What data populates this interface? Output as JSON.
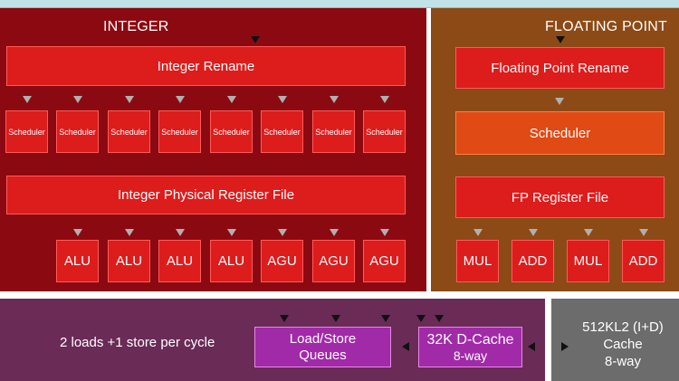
{
  "integer": {
    "title": "INTEGER",
    "rename": "Integer Rename",
    "schedulers": [
      "Scheduler",
      "Scheduler",
      "Scheduler",
      "Scheduler",
      "Scheduler",
      "Scheduler",
      "Scheduler",
      "Scheduler"
    ],
    "register_file": "Integer Physical Register File",
    "units": [
      "ALU",
      "ALU",
      "ALU",
      "ALU",
      "AGU",
      "AGU",
      "AGU"
    ]
  },
  "floating_point": {
    "title": "FLOATING POINT",
    "rename": "Floating Point Rename",
    "scheduler": "Scheduler",
    "register_file": "FP Register File",
    "units": [
      "MUL",
      "ADD",
      "MUL",
      "ADD"
    ]
  },
  "load_store": {
    "throughput": "2 loads +1 store per cycle",
    "queues": "Load/Store\nQueues",
    "dcache_line1": "32K D-Cache",
    "dcache_line2": "8-way"
  },
  "l2": {
    "line1": "512KL2 (I+D)",
    "line2": "Cache",
    "line3": "8-way"
  },
  "colors": {
    "integer_panel": "#8b0a12",
    "fp_panel": "#8c4a16",
    "loadstore_panel": "#6a2b57",
    "l2_panel": "#6c6c6c",
    "box_red": "#dd1c1c",
    "box_orange": "#e04a14",
    "box_purple": "#a12aa8"
  }
}
